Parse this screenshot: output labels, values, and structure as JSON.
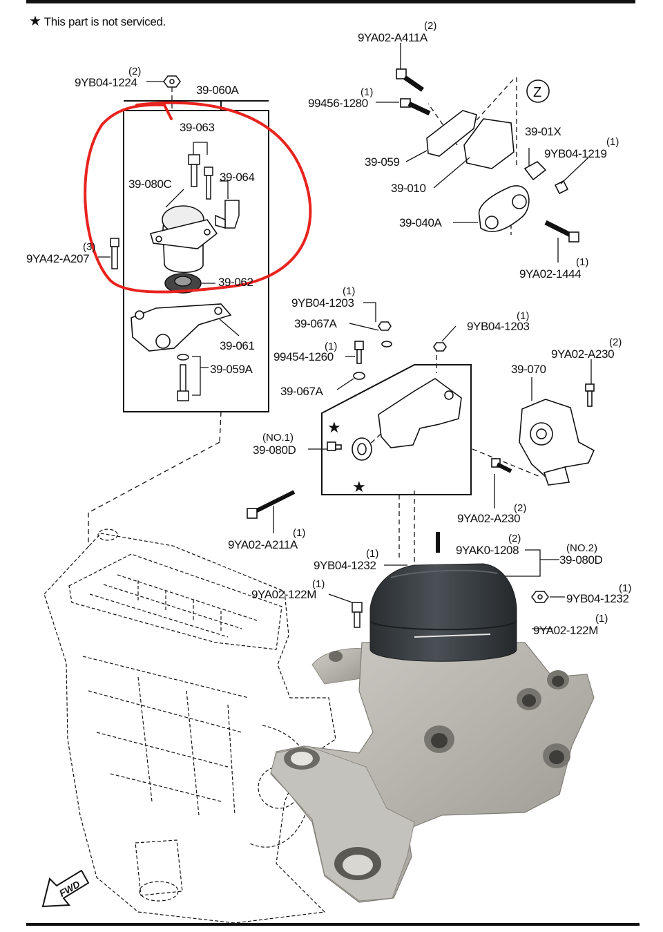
{
  "note": {
    "symbol": "★",
    "text": "This part is not serviced."
  },
  "labels": {
    "p_9YA02_A411A": "9YA02-A411A",
    "q_9YA02_A411A": "(2)",
    "p_9YB04_1224": "9YB04-1224",
    "q_9YB04_1224": "(2)",
    "p_39_060A": "39-060A",
    "p_99456_1280": "99456-1280",
    "q_99456_1280": "(1)",
    "p_Z": "Z",
    "p_39_01X": "39-01X",
    "p_9YB04_1219": "9YB04-1219",
    "q_9YB04_1219": "(1)",
    "p_39_059": "39-059",
    "p_39_010": "39-010",
    "p_39_040A": "39-040A",
    "p_9YA02_1444": "9YA02-1444",
    "q_9YA02_1444": "(1)",
    "p_39_063": "39-063",
    "p_39_080C": "39-080C",
    "p_39_064": "39-064",
    "p_9YA42_A207": "9YA42-A207",
    "q_9YA42_A207": "(3)",
    "p_39_062": "39-062",
    "p_39_061": "39-061",
    "p_39_059A": "39-059A",
    "p_9YB04_1203a": "9YB04-1203",
    "q_9YB04_1203a": "(1)",
    "p_39_067A_a": "39-067A",
    "p_9YB04_1203b": "9YB04-1203",
    "q_9YB04_1203b": "(1)",
    "p_99454_1260": "99454-1260",
    "q_99454_1260": "(1)",
    "p_39_067A_b": "39-067A",
    "p_39_070": "39-070",
    "p_9YA02_A230a": "9YA02-A230",
    "q_9YA02_A230a": "(2)",
    "p_39_080D_1": "39-080D",
    "q_39_080D_1": "(NO.1)",
    "p_9YA02_A230b": "9YA02-A230",
    "q_9YA02_A230b": "(2)",
    "p_9YA02_A211A": "9YA02-A211A",
    "q_9YA02_A211A": "(1)",
    "p_9YAK0_1208": "9YAK0-1208",
    "q_9YAK0_1208": "(2)",
    "p_9YB04_1232a": "9YB04-1232",
    "q_9YB04_1232a": "(1)",
    "p_39_080D_2": "39-080D",
    "q_39_080D_2": "(NO.2)",
    "p_9YA02_122Ma": "9YA02-122M",
    "q_9YA02_122Ma": "(1)",
    "p_9YB04_1232b": "9YB04-1232",
    "q_9YB04_1232b": "(1)",
    "p_9YA02_122Mb": "9YA02-122M",
    "q_9YA02_122Mb": "(1)",
    "p_fwd": "FWD",
    "p_star1": "★",
    "p_star2": "★"
  },
  "colors": {
    "ink": "#111111",
    "highlight": "#e8231e",
    "rubber": "#3c4145",
    "aluminum": "#b9b8b3"
  }
}
